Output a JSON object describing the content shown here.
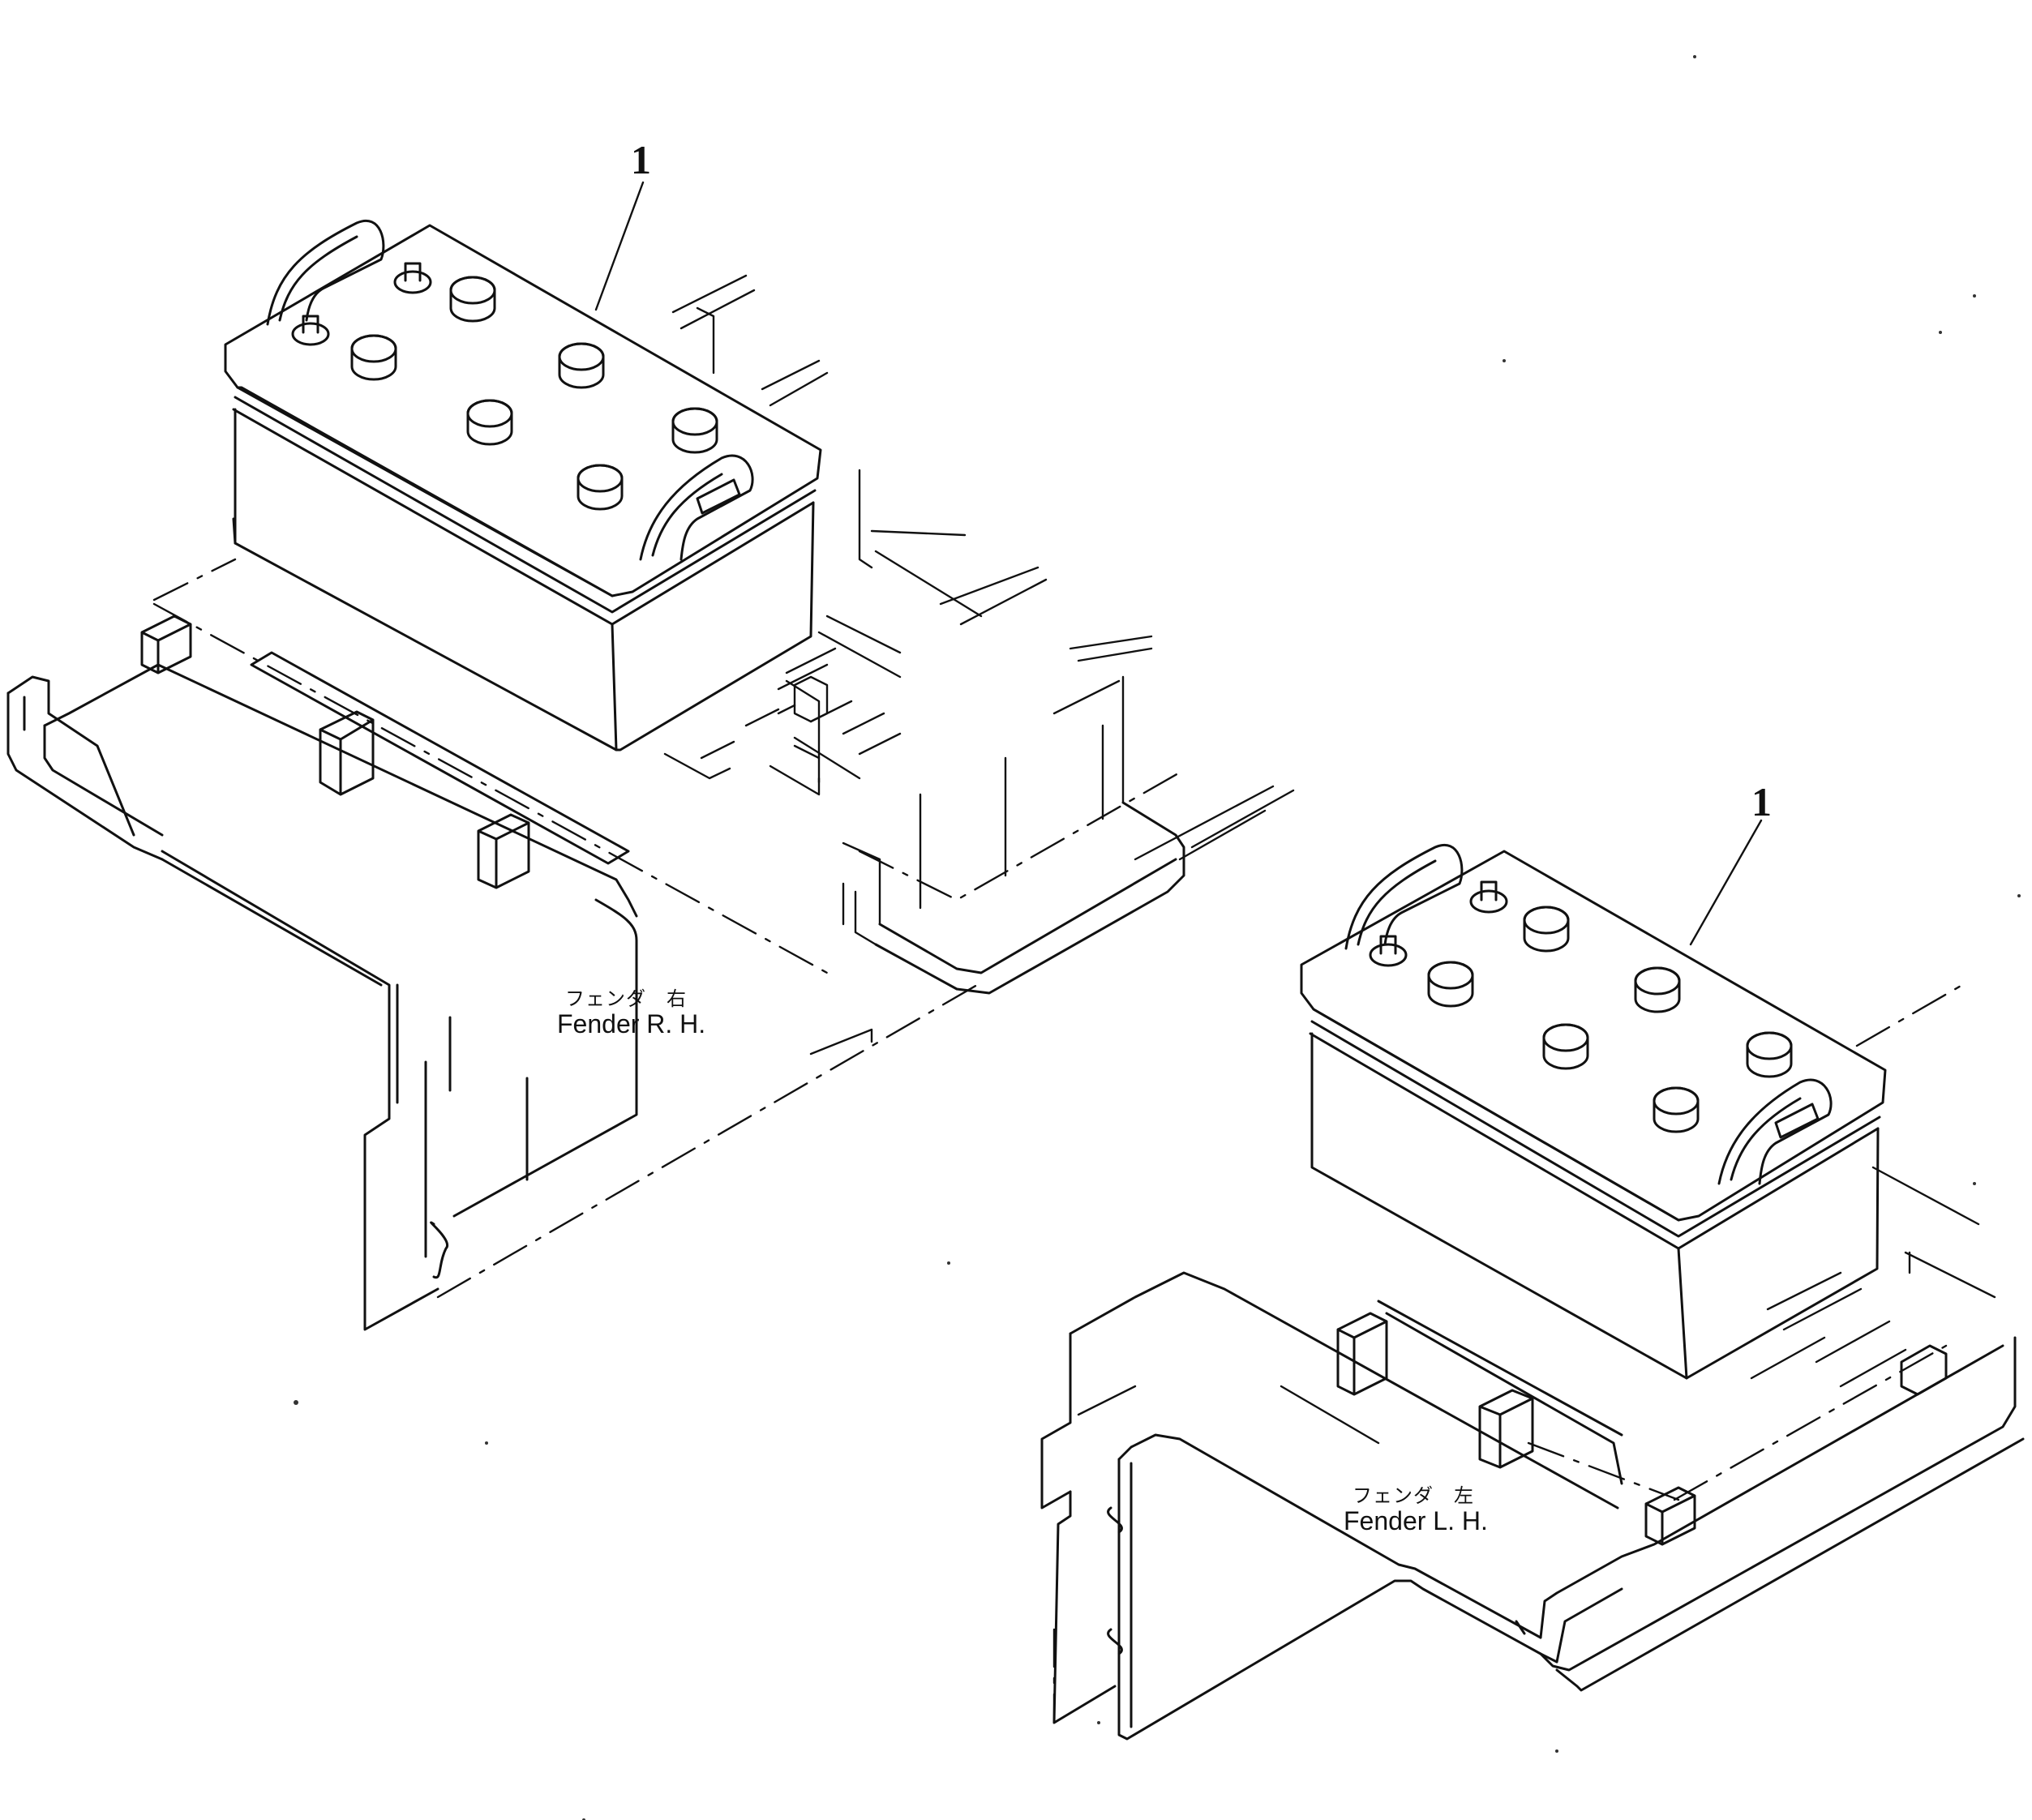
{
  "callouts": [
    "1",
    "1"
  ],
  "labels": {
    "right_jp": "フェンダ　右",
    "right_en": "Fender  R. H.",
    "left_jp": "フェンダ　左",
    "left_en": "Fender  L. H."
  }
}
